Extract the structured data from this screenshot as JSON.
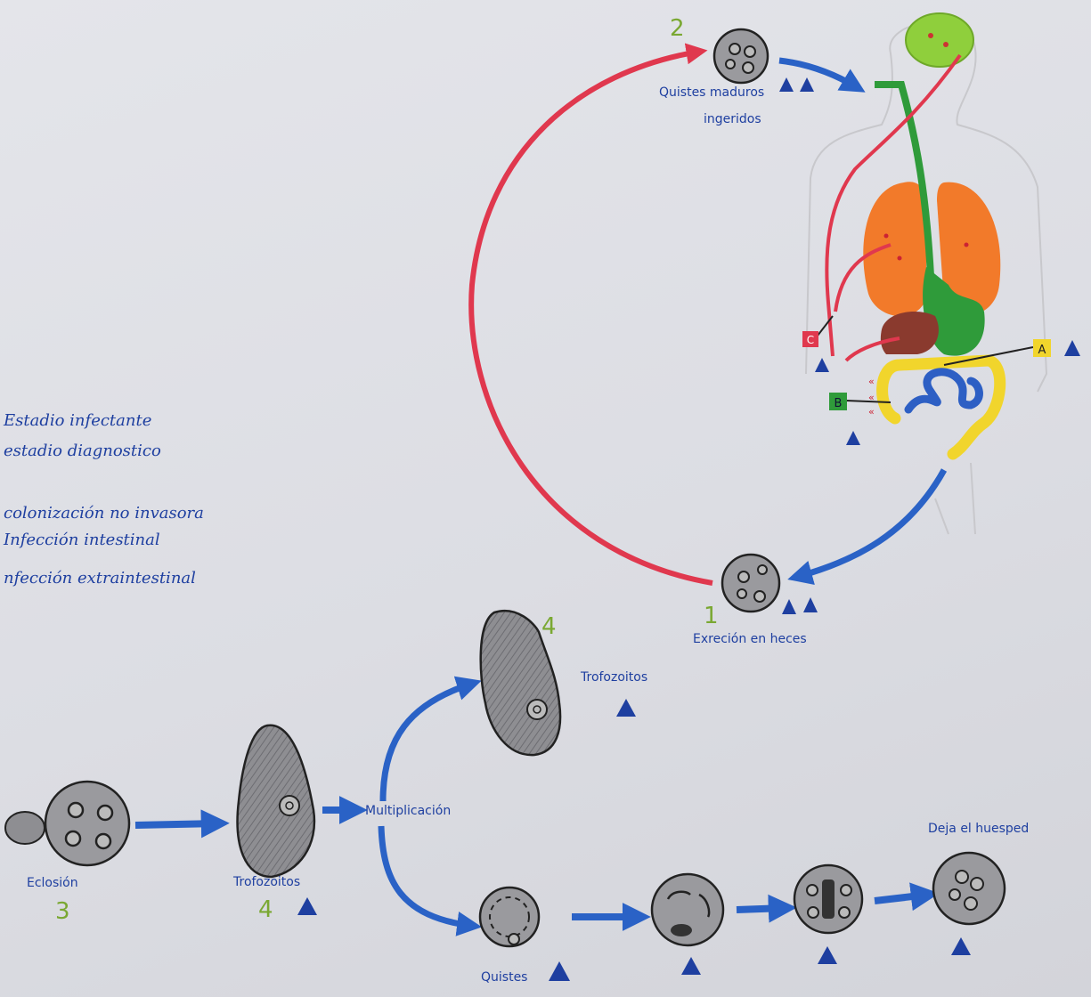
{
  "legend": {
    "items": [
      "Estadio infectante",
      "estadio diagnostico",
      "colonización no invasora",
      "Infección intestinal",
      "nfección extraintestinal"
    ]
  },
  "top_cycle": {
    "ingested_number": "2",
    "ingested_label_line1": "Quistes maduros",
    "ingested_label_line2": "ingeridos",
    "excreted_number": "1",
    "excreted_label": "Exreción en heces",
    "markers": {
      "a": "A",
      "b": "B",
      "c": "C"
    }
  },
  "bottom_cycle": {
    "hatch_label": "Eclosión",
    "hatch_number": "3",
    "troph_label": "Trofozoitos",
    "troph_number": "4",
    "multiplication_label": "Multiplicación",
    "troph2_label": "Trofozoitos",
    "troph2_number": "4",
    "cysts_label": "Quistes",
    "leaves_host_label": "Deja el huesped"
  },
  "colors": {
    "red_arrow": "#e0384e",
    "blue_arrow": "#2a62c6",
    "label_blue": "#1e3fa0",
    "number_green": "#7aa832",
    "lung": "#f27a2a",
    "liver": "#8a3a2e",
    "stomach": "#2f9b3a",
    "colon": "#f1d52c",
    "small_intestine": "#2d5fc4",
    "brain": "#8fcf3c"
  }
}
